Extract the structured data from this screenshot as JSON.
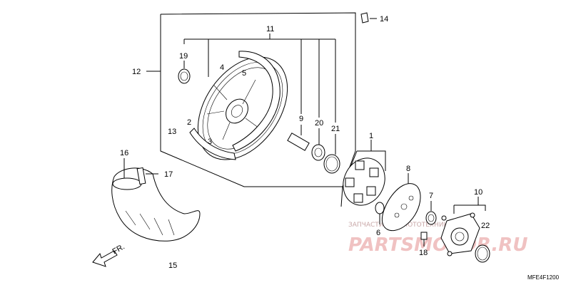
{
  "callouts": {
    "c1": "1",
    "c2": "2",
    "c3": "3",
    "c4": "4",
    "c5": "5",
    "c6": "6",
    "c7": "7",
    "c8": "8",
    "c9": "9",
    "c10": "10",
    "c11": "11",
    "c12": "12",
    "c13": "13",
    "c14": "14",
    "c15": "15",
    "c16": "16",
    "c17": "17",
    "c18": "18",
    "c19": "19",
    "c20": "20",
    "c21": "21",
    "c22": "22"
  },
  "direction_label": "FR.",
  "diagram_code": "MFE4F1200",
  "watermark": {
    "tagline": "ЗАПЧАСТИ ДЛЯ МОТОТЕХНИКИ",
    "logo": "PARTSMOTOR.RU"
  }
}
